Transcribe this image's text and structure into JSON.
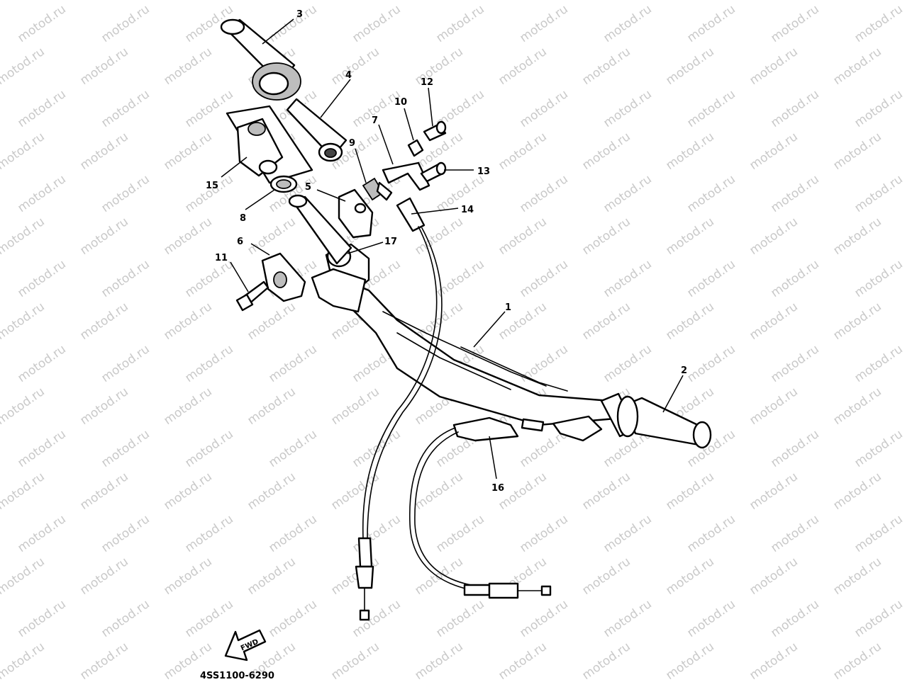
{
  "watermark": {
    "text": "motod.ru",
    "color": "#c9c9c9"
  },
  "diagram": {
    "drawing_code": "4SS1100-6290",
    "fwd_label": "FWD",
    "callouts": [
      {
        "id": "c1",
        "text": "1"
      },
      {
        "id": "c2",
        "text": "2"
      },
      {
        "id": "c3",
        "text": "3"
      },
      {
        "id": "c4",
        "text": "4"
      },
      {
        "id": "c5",
        "text": "5"
      },
      {
        "id": "c6",
        "text": "6"
      },
      {
        "id": "c7",
        "text": "7"
      },
      {
        "id": "c8",
        "text": "8"
      },
      {
        "id": "c9",
        "text": "9"
      },
      {
        "id": "c10",
        "text": "10"
      },
      {
        "id": "c11",
        "text": "11"
      },
      {
        "id": "c12",
        "text": "12"
      },
      {
        "id": "c13",
        "text": "13"
      },
      {
        "id": "c14",
        "text": "14"
      },
      {
        "id": "c15",
        "text": "15"
      },
      {
        "id": "c16",
        "text": "16"
      },
      {
        "id": "c17",
        "text": "17"
      }
    ]
  }
}
